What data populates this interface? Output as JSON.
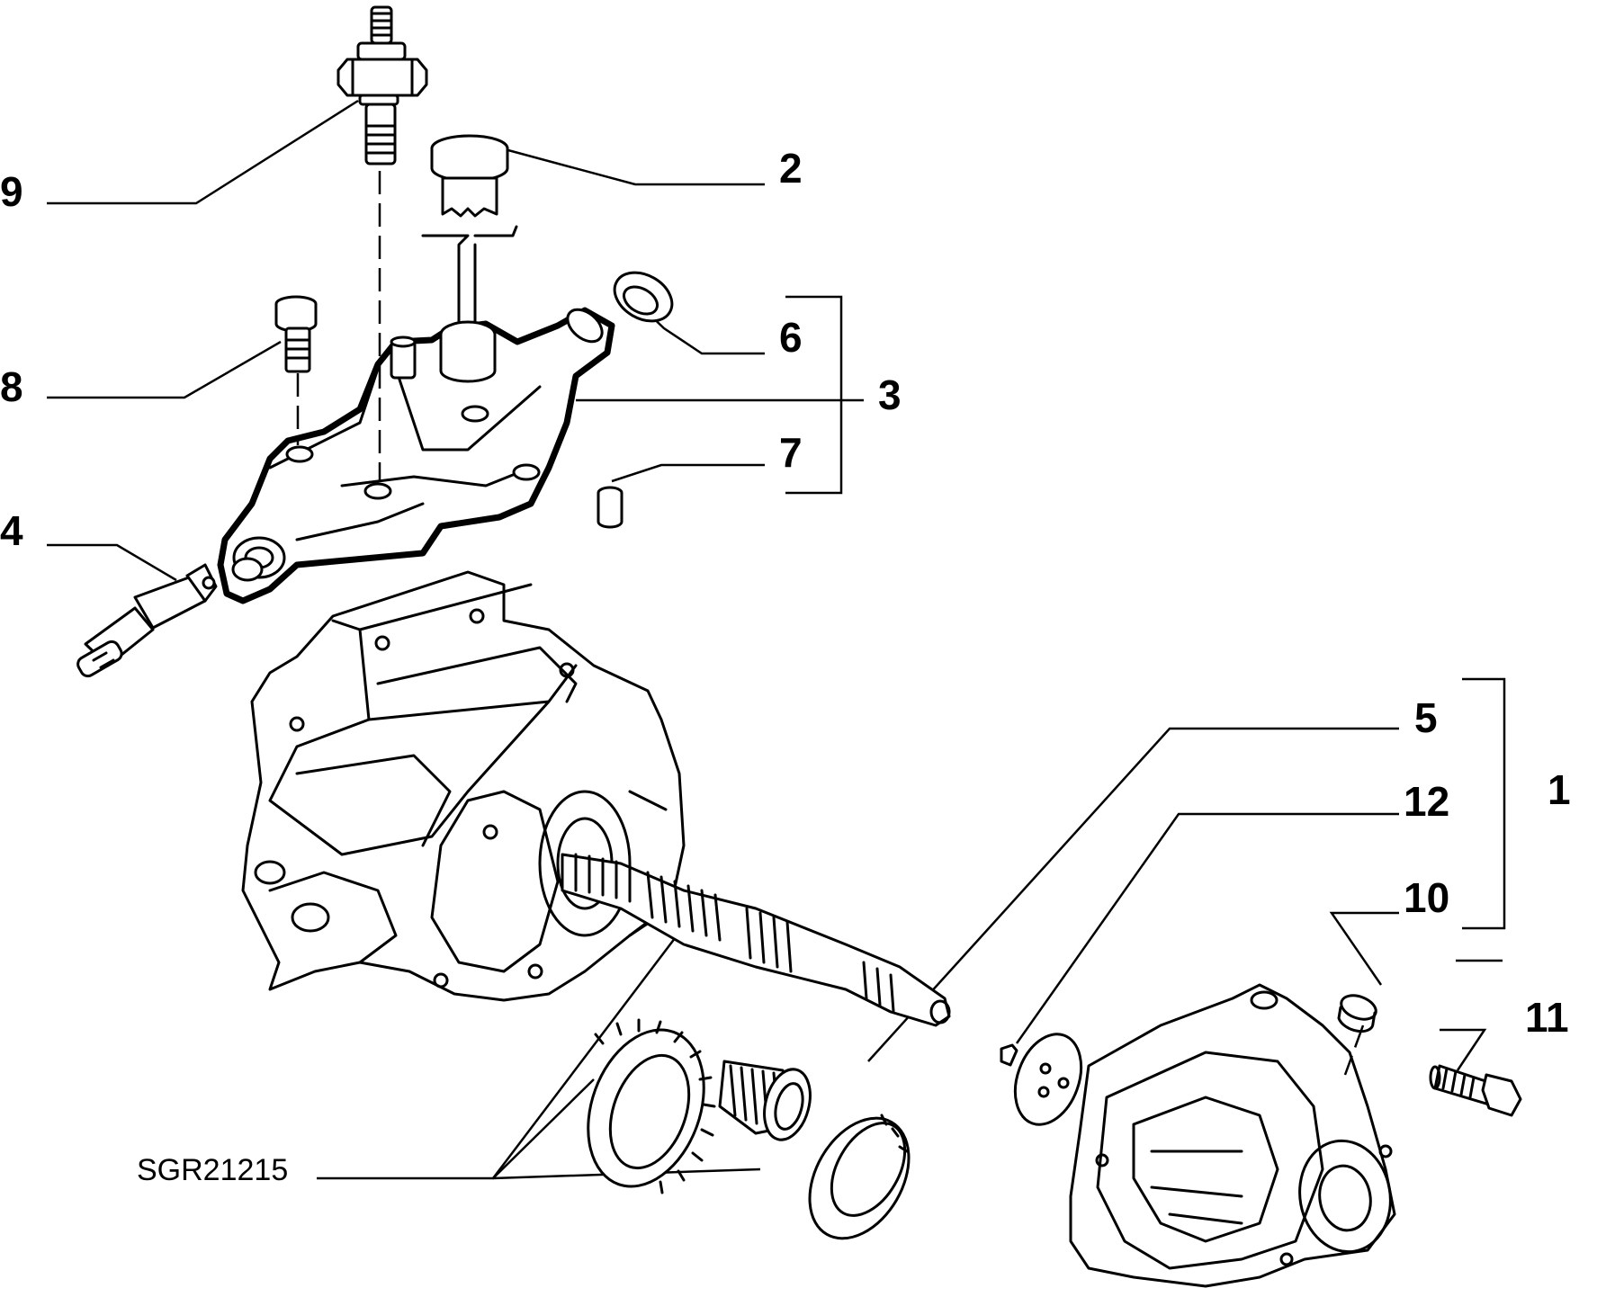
{
  "diagram": {
    "drawing_code": "SGR21215",
    "callouts": [
      {
        "id": "9",
        "text": "9"
      },
      {
        "id": "2",
        "text": "2"
      },
      {
        "id": "6",
        "text": "6"
      },
      {
        "id": "8",
        "text": "8"
      },
      {
        "id": "3",
        "text": "3"
      },
      {
        "id": "7",
        "text": "7"
      },
      {
        "id": "4",
        "text": "4"
      },
      {
        "id": "5",
        "text": "5"
      },
      {
        "id": "12",
        "text": "12"
      },
      {
        "id": "1",
        "text": "1"
      },
      {
        "id": "10",
        "text": "10"
      },
      {
        "id": "11",
        "text": "11"
      }
    ],
    "parts": [
      "stud-bolt",
      "breather-cap",
      "seal-ring",
      "screw",
      "cover-housing",
      "bush",
      "sensor",
      "gearbox-casing",
      "main-shaft",
      "gear",
      "needle-bearing",
      "bearing-ring",
      "plate",
      "plug",
      "rear-cover",
      "bolt"
    ]
  }
}
